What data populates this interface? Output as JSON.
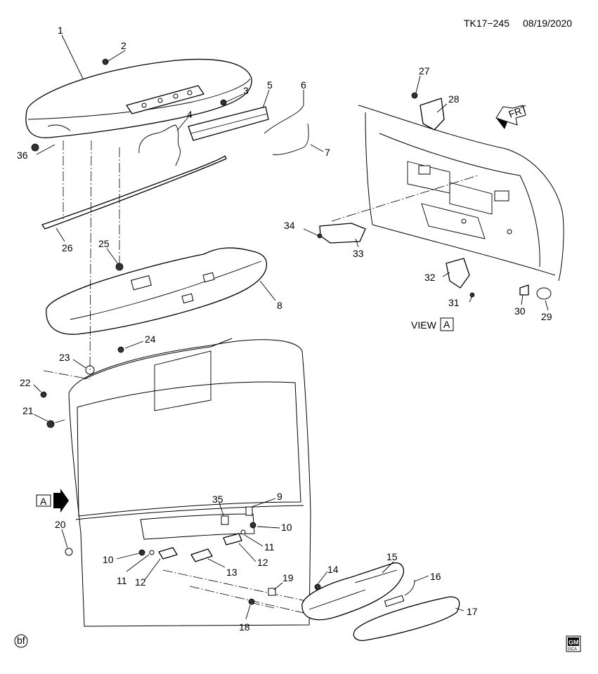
{
  "diagram_id": "TK17−245",
  "diagram_date": "08/19/2020",
  "view_label": "VIEW",
  "view_letter": "A",
  "frt_label": "FRT",
  "corner_mark": "bf",
  "logo_text": "GM",
  "logo_subtext": "GCA",
  "callouts": [
    {
      "id": "c1",
      "text": "1"
    },
    {
      "id": "c2",
      "text": "2"
    },
    {
      "id": "c3",
      "text": "3"
    },
    {
      "id": "c4",
      "text": "4"
    },
    {
      "id": "c5",
      "text": "5"
    },
    {
      "id": "c6",
      "text": "6"
    },
    {
      "id": "c7",
      "text": "7"
    },
    {
      "id": "c8",
      "text": "8"
    },
    {
      "id": "c9",
      "text": "9"
    },
    {
      "id": "c10a",
      "text": "10"
    },
    {
      "id": "c10b",
      "text": "10"
    },
    {
      "id": "c11a",
      "text": "11"
    },
    {
      "id": "c11b",
      "text": "11"
    },
    {
      "id": "c12a",
      "text": "12"
    },
    {
      "id": "c12b",
      "text": "12"
    },
    {
      "id": "c13",
      "text": "13"
    },
    {
      "id": "c14",
      "text": "14"
    },
    {
      "id": "c15",
      "text": "15"
    },
    {
      "id": "c16",
      "text": "16"
    },
    {
      "id": "c17",
      "text": "17"
    },
    {
      "id": "c18",
      "text": "18"
    },
    {
      "id": "c19",
      "text": "19"
    },
    {
      "id": "c20",
      "text": "20"
    },
    {
      "id": "c21",
      "text": "21"
    },
    {
      "id": "c22",
      "text": "22"
    },
    {
      "id": "c23",
      "text": "23"
    },
    {
      "id": "c24",
      "text": "24"
    },
    {
      "id": "c25",
      "text": "25"
    },
    {
      "id": "c26",
      "text": "26"
    },
    {
      "id": "c27",
      "text": "27"
    },
    {
      "id": "c28",
      "text": "28"
    },
    {
      "id": "c29",
      "text": "29"
    },
    {
      "id": "c30",
      "text": "30"
    },
    {
      "id": "c31",
      "text": "31"
    },
    {
      "id": "c32",
      "text": "32"
    },
    {
      "id": "c33",
      "text": "33"
    },
    {
      "id": "c34",
      "text": "34"
    },
    {
      "id": "c35",
      "text": "35"
    },
    {
      "id": "c36",
      "text": "36"
    }
  ]
}
